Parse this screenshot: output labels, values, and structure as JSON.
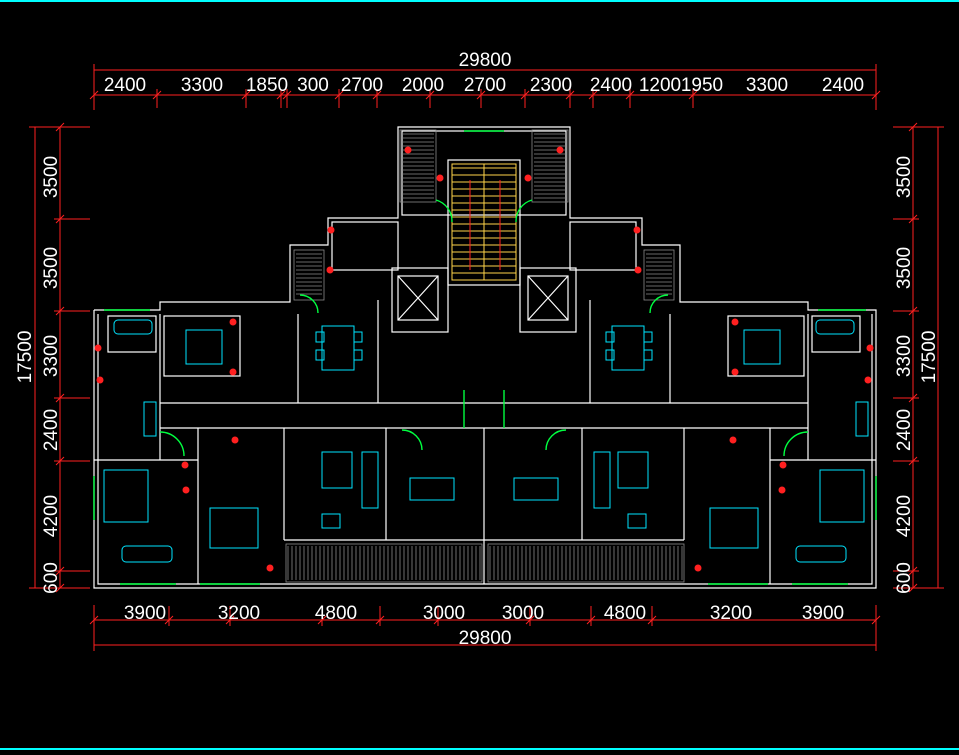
{
  "top": {
    "total": "29800",
    "segments": [
      "2400",
      "3300",
      "1850",
      "300",
      "2700",
      "2000",
      "2700",
      "2300",
      "2400",
      "1200",
      "1950",
      "3300",
      "2400"
    ]
  },
  "bottom": {
    "total": "29800",
    "segments": [
      "3900",
      "3200",
      "4800",
      "3000",
      "3000",
      "4800",
      "3200",
      "3900"
    ]
  },
  "left": {
    "total": "17500",
    "segments": [
      "3500",
      "3500",
      "3300",
      "2400",
      "4200",
      "600"
    ]
  },
  "right": {
    "total": "17500",
    "segments": [
      "3500",
      "3500",
      "3300",
      "2400",
      "4200",
      "600"
    ]
  },
  "colors": {
    "frame": "#00ffff",
    "dimension": "#ff2020",
    "wall": "#ffffff",
    "furniture": "#00e5ff",
    "opening": "#00ff40",
    "stair": "#ffd54a"
  }
}
